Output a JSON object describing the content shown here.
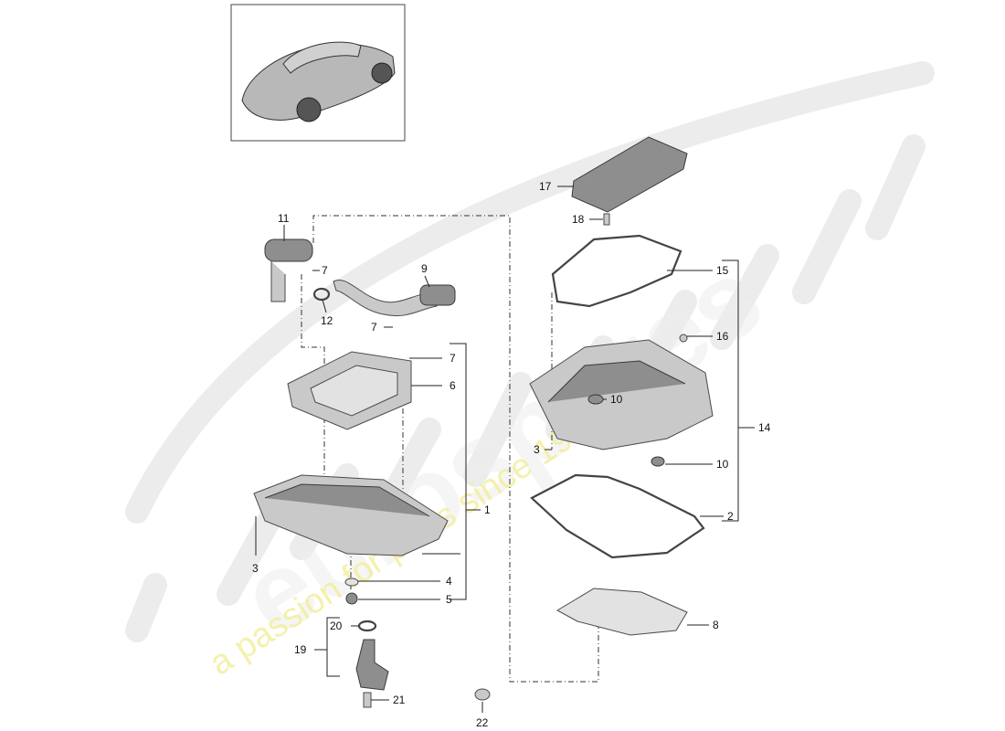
{
  "watermark": {
    "brand": "eurospares",
    "slogan": "a passion for parts since 1985"
  },
  "callouts": [
    {
      "id": "c1",
      "text": "1"
    },
    {
      "id": "c2",
      "text": "2"
    },
    {
      "id": "c3a",
      "text": "3"
    },
    {
      "id": "c3b",
      "text": "3"
    },
    {
      "id": "c4",
      "text": "4"
    },
    {
      "id": "c5",
      "text": "5"
    },
    {
      "id": "c6",
      "text": "6"
    },
    {
      "id": "c7a",
      "text": "7"
    },
    {
      "id": "c7b",
      "text": "7"
    },
    {
      "id": "c7c",
      "text": "7"
    },
    {
      "id": "c8",
      "text": "8"
    },
    {
      "id": "c9",
      "text": "9"
    },
    {
      "id": "c10a",
      "text": "10"
    },
    {
      "id": "c10b",
      "text": "10"
    },
    {
      "id": "c11",
      "text": "11"
    },
    {
      "id": "c12",
      "text": "12"
    },
    {
      "id": "c14",
      "text": "14"
    },
    {
      "id": "c15",
      "text": "15"
    },
    {
      "id": "c16",
      "text": "16"
    },
    {
      "id": "c17",
      "text": "17"
    },
    {
      "id": "c18",
      "text": "18"
    },
    {
      "id": "c19",
      "text": "19"
    },
    {
      "id": "c20",
      "text": "20"
    },
    {
      "id": "c21",
      "text": "21"
    },
    {
      "id": "c22",
      "text": "22"
    }
  ],
  "colors": {
    "watermark_text": "#f3ef9e",
    "watermark_logo": "#e4e4e4",
    "part_fill": "#c9c9c9",
    "line": "#222222"
  }
}
